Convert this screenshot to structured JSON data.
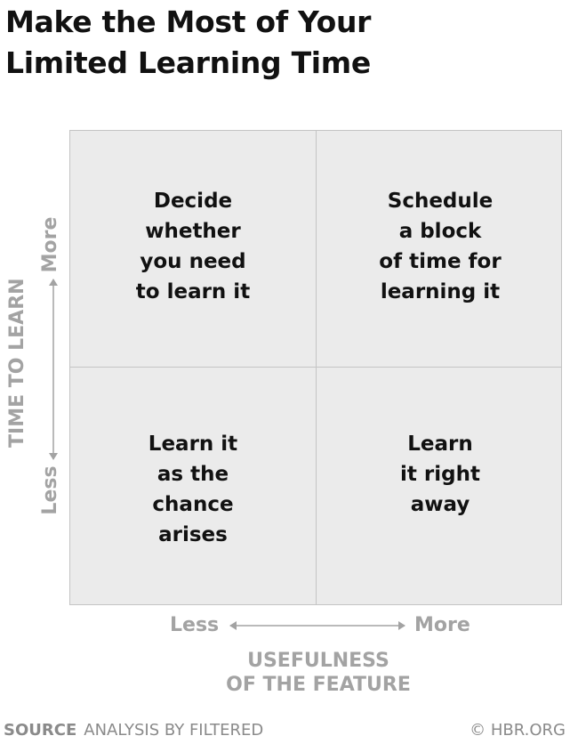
{
  "title": {
    "line1": "Make the Most of Your",
    "line2": "Limited Learning Time"
  },
  "quadrants": {
    "top_left": [
      "Decide",
      "whether",
      "you need",
      "to learn it"
    ],
    "top_right": [
      "Schedule",
      "a block",
      "of time for",
      "learning it"
    ],
    "bottom_left": [
      "Learn it",
      "as the",
      "chance",
      "arises"
    ],
    "bottom_right": [
      "Learn",
      "it right",
      "away"
    ]
  },
  "y_axis": {
    "label": "TIME TO LEARN",
    "more": "More",
    "less": "Less"
  },
  "x_axis": {
    "label_line1": "USEFULNESS",
    "label_line2": "OF THE FEATURE",
    "less": "Less",
    "more": "More"
  },
  "footer": {
    "source_label": "SOURCE",
    "source_text": "ANALYSIS BY FILTERED",
    "credit": "© HBR.ORG"
  },
  "colors": {
    "quadrant_fill": "#ebebeb",
    "axis_text": "#a3a3a3",
    "grid_line": "#c4c4c4",
    "title_text": "#111111"
  }
}
